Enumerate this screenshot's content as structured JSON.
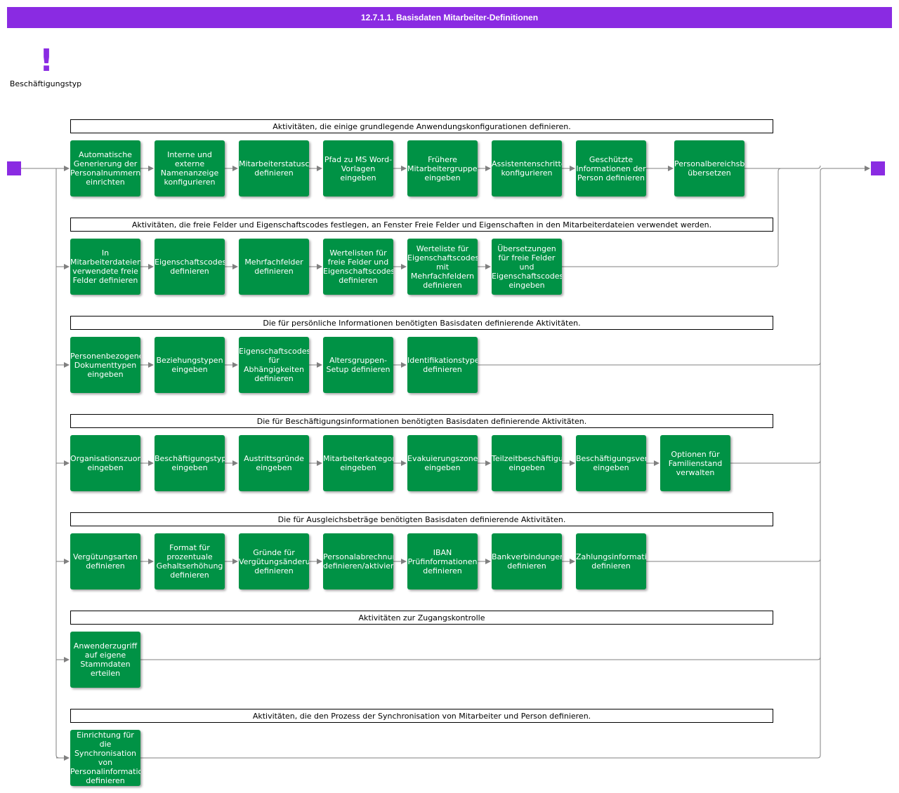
{
  "title": "12.7.1.1. Basisdaten Mitarbeiter-Definitionen",
  "legend": {
    "icon": "exclamation-icon",
    "label": "Beschäftigungstyp"
  },
  "colors": {
    "accent": "#8a2be2",
    "activity": "#009245",
    "connector": "#808080"
  },
  "groups": [
    {
      "header": "Aktivitäten, die einige grundlegende Anwendungskonfigurationen definieren.",
      "activities": [
        "Automatische Generierung der Personalnummern einrichten",
        "Interne und externe Namenanzeige konfigurieren",
        "Mitarbeiterstatuscodes definieren",
        "Pfad zu MS Word-Vorlagen eingeben",
        "Frühere Mitarbeitergruppen eingeben",
        "Assistentenschritte konfigurieren",
        "Geschützte Informationen der Person definieren",
        "Personalbereichsbasisdaten übersetzen"
      ]
    },
    {
      "header": "Aktivitäten, die freie Felder und Eigenschaftscodes festlegen, an Fenster Freie Felder und Eigenschaften in den Mitarbeiterdateien verwendet werden.",
      "activities": [
        "In Mitarbeiterdateien verwendete freie Felder definieren",
        "Eigenschaftscodes definieren",
        "Mehrfachfelder definieren",
        "Wertelisten für freie Felder und Eigenschaftscodes definieren",
        "Werteliste für Eigenschaftscodes mit Mehrfachfeldern definieren",
        "Übersetzungen für freie Felder und Eigenschaftscodes eingeben"
      ]
    },
    {
      "header": "Die für persönliche Informationen benötigten Basisdaten definierende Aktivitäten.",
      "activities": [
        "Personenbezogene Dokumenttypen eingeben",
        "Beziehungstypen eingeben",
        "Eigenschaftscodes für Abhängigkeiten definieren",
        "Altersgruppen-Setup definieren",
        "Identifikationstypen definieren"
      ]
    },
    {
      "header": "Die für Beschäftigungsinformationen benötigten Basisdaten definierende Aktivitäten.",
      "activities": [
        "Organisationszuordnungstypen eingeben",
        "Beschäftigungstypen eingeben",
        "Austrittsgründe eingeben",
        "Mitarbeiterkategorien eingeben",
        "Evakuierungszonen eingeben",
        "Teilzeitbeschäftigungen eingeben",
        "Beschäftigungsvereinbarungen eingeben",
        "Optionen für Familienstand verwalten"
      ]
    },
    {
      "header": "Die für Ausgleichsbeträge benötigten Basisdaten definierende Aktivitäten.",
      "activities": [
        "Vergütungsarten definieren",
        "Format für prozentuale Gehaltserhöhung definieren",
        "Gründe für Vergütungsänderungen definieren",
        "Personalabrechnungsanbieter definieren/aktivieren",
        "IBAN Prüfinformationen definieren",
        "Bankverbindungen definieren",
        "Zahlungsinformationsvorlagen definieren"
      ]
    },
    {
      "header": "Aktivitäten zur Zugangskontrolle",
      "activities": [
        "Anwenderzugriff auf eigene Stammdaten erteilen"
      ]
    },
    {
      "header": "Aktivitäten, die den Prozess der Synchronisation von Mitarbeiter und Person definieren.",
      "activities": [
        "Einrichtung für die Synchronisation von Personalinformationen definieren"
      ]
    }
  ]
}
